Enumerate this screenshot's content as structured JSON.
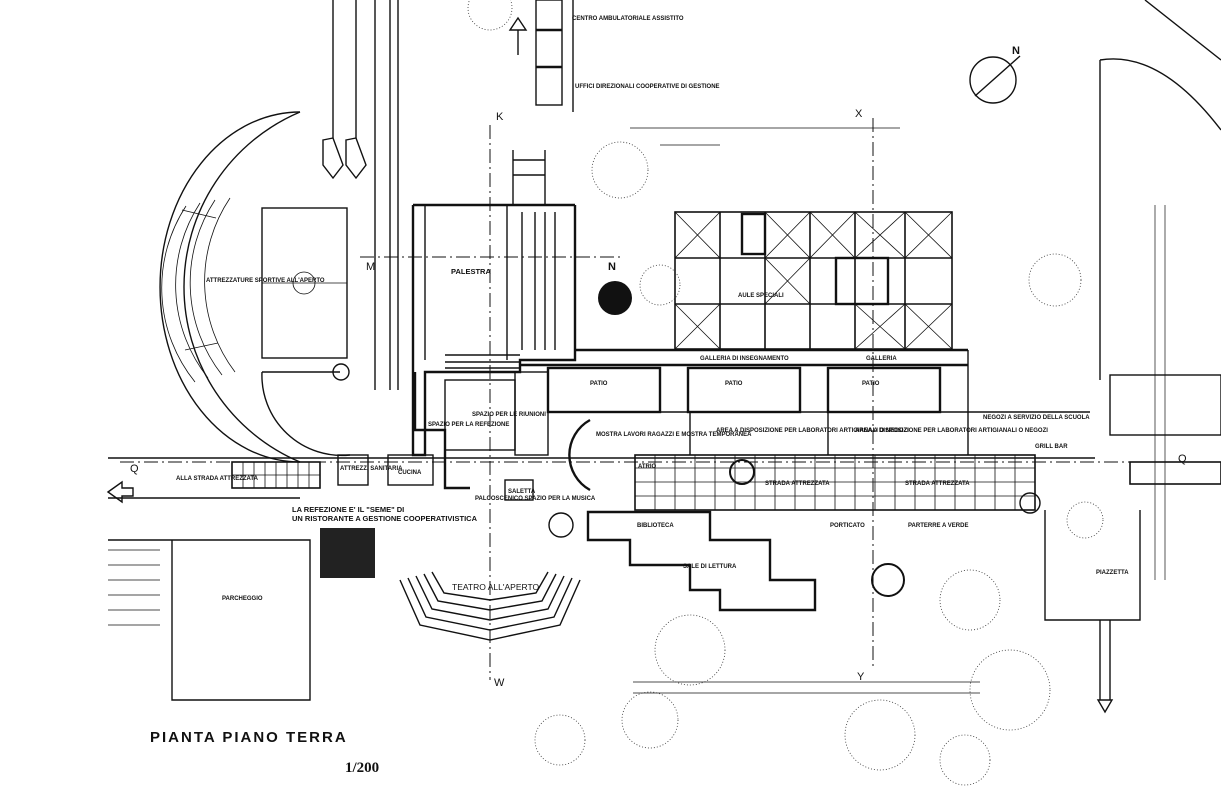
{
  "title": "PIANTA PIANO TERRA",
  "scale": "1/200",
  "north_symbol": "N",
  "labels": {
    "centro": "CENTRO AMBULATORIALE ASSISTITO",
    "uffici": "UFFICI DIREZIONALI COOPERATIVE DI GESTIONE",
    "attrezzature": "ATTREZZATURE SPORTIVE ALL'APERTO",
    "palestra": "PALESTRA",
    "aule": "AULE SPECIALI",
    "galleria_ins": "GALLERIA DI INSEGNAMENTO",
    "galleria": "GALLERIA",
    "spazio_refezione": "SPAZIO PER LA REFEZIONE",
    "spazio_riunioni": "SPAZIO PER LE RIUNIONI",
    "mostra": "MOSTRA LAVORI RAGAZZI E MOSTRA TEMPORANEA",
    "area_lab1": "AREA A DISPOSIZIONE PER LABORATORI ARTIGIANALI O NEGOZI",
    "area_lab2": "AREA A DISPOSIZIONE PER LABORATORI ARTIGIANALI O NEGOZI",
    "negozi": "NEGOZI A SERVIZIO DELLA SCUOLA",
    "grill": "GRILL BAR",
    "strada_attrezzata_left": "ALLA STRADA ATTREZZATA",
    "attrezz": "ATTREZZ. SANITARIA",
    "cucina": "CUCINA",
    "atrio": "ATRIO",
    "strada_attrezzata_mid": "STRADA ATTREZZATA",
    "strada_attrezzata_right": "STRADA ATTREZZATA",
    "saletta": "SALETTA",
    "palcoscenico": "PALCOSCENICO SPAZIO PER LA MUSICA",
    "refezione_line1": "LA REFEZIONE E' IL \"SEME\" DI",
    "refezione_line2": "UN RISTORANTE A GESTIONE COOPERATIVISTICA",
    "biblioteca": "BIBLIOTECA",
    "sale_lettura": "SALE DI LETTURA",
    "porticato": "PORTICATO",
    "parterre": "PARTERRE A VERDE",
    "piazzetta": "PIAZZETTA",
    "parcheggio": "PARCHEGGIO",
    "teatro": "TEATRO ALL'APERTO",
    "patio1": "PATIO",
    "patio2": "PATIO",
    "patio3": "PATIO"
  },
  "section_marks": [
    "K",
    "X",
    "M",
    "Q",
    "Q",
    "W",
    "Y"
  ]
}
